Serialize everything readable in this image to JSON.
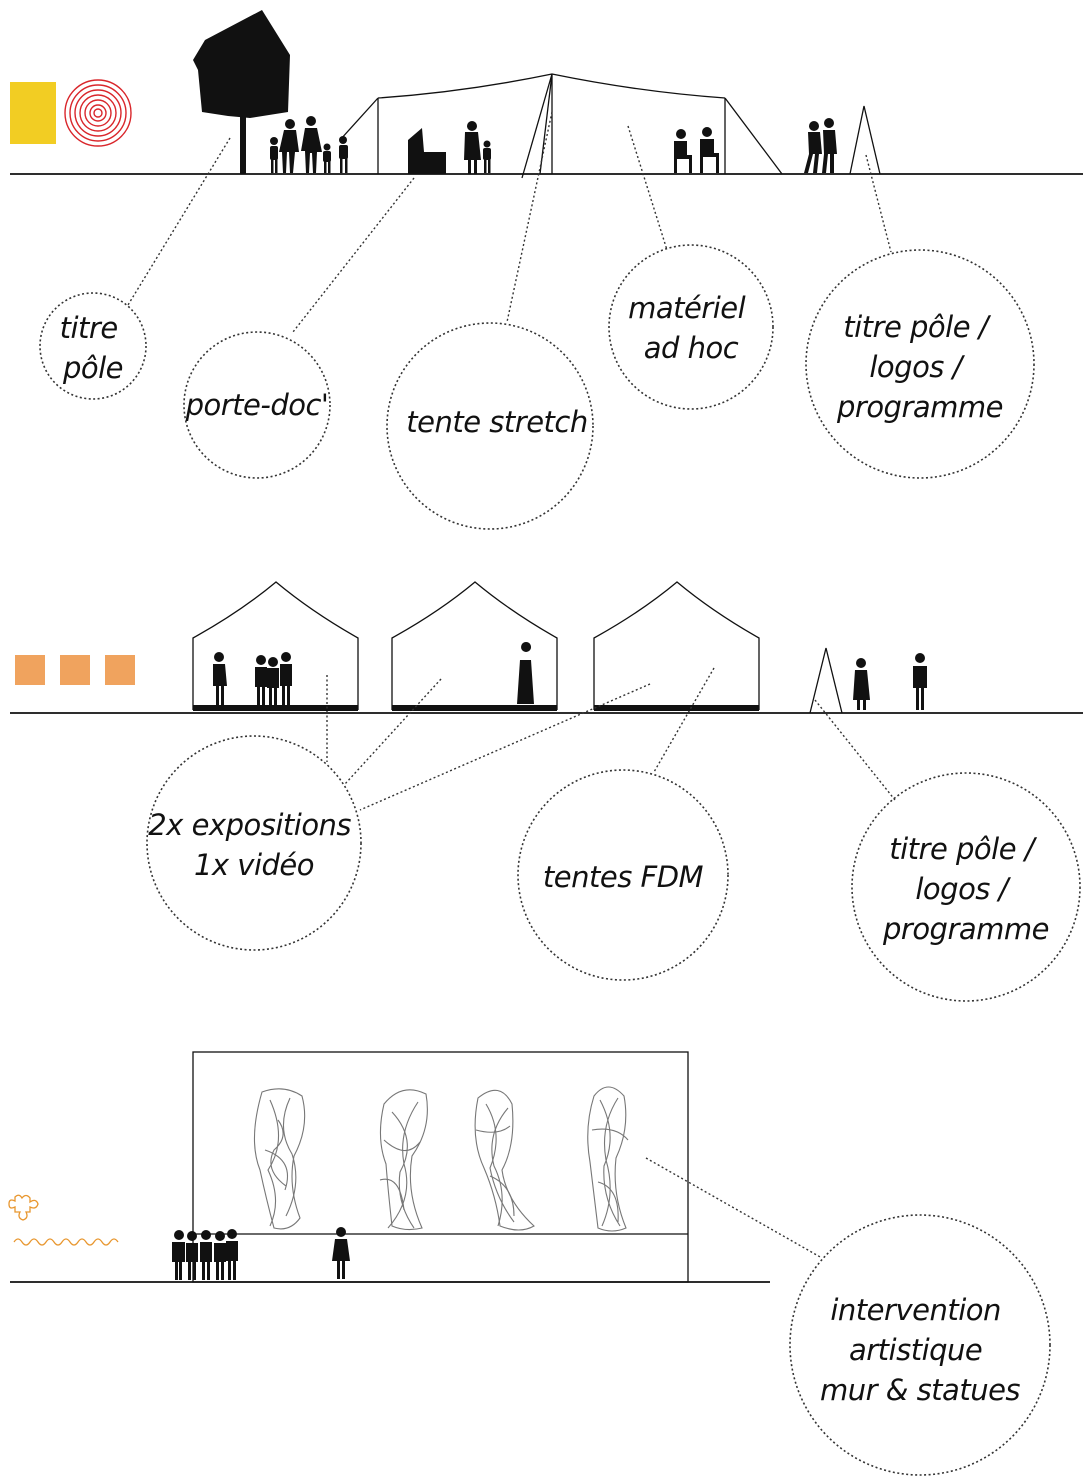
{
  "legend_colors": {
    "section1_square": "#f2cd23",
    "section1_target": "#d9262b",
    "section2_squares": "#f0a35e",
    "section3_icons": "#e8962e"
  },
  "icons": {
    "section1": [
      "yellow-square-icon",
      "concentric-circles-icon"
    ],
    "section2": [
      "orange-square-icon",
      "orange-square-icon",
      "orange-square-icon"
    ],
    "section3": [
      "puzzle-outline-icon",
      "wavy-line-icon"
    ]
  },
  "section1": {
    "labels": {
      "titre_pole": [
        "titre",
        "pôle"
      ],
      "porte_doc": [
        "porte-doc'"
      ],
      "tente_stretch": [
        "tente stretch"
      ],
      "materiel": [
        "matériel",
        "ad hoc"
      ],
      "titre_logos": [
        "titre pôle /",
        "logos /",
        "programme"
      ]
    }
  },
  "section2": {
    "labels": {
      "expositions": [
        "2x expositions",
        "1x vidéo"
      ],
      "tentes": [
        "tentes FDM"
      ],
      "titre_logos": [
        "titre pôle /",
        "logos /",
        "programme"
      ]
    }
  },
  "section3": {
    "labels": {
      "intervention": [
        "intervention",
        "artistique",
        "mur & statues"
      ]
    }
  }
}
